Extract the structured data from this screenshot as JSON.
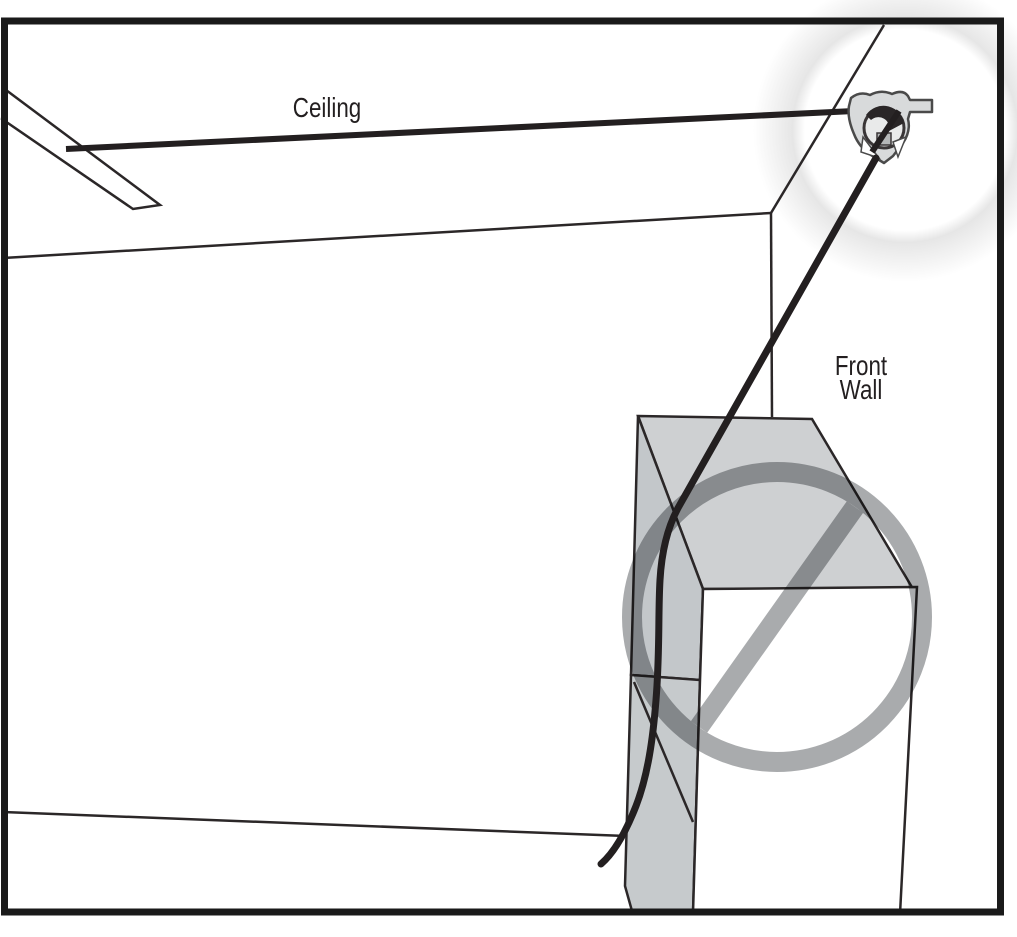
{
  "diagram": {
    "type": "instructional-line-drawing",
    "labels": {
      "ceiling": "Ceiling",
      "front_wall_line1": "Front",
      "front_wall_line2": "Wall"
    },
    "icons": {
      "pulley": "pulley-icon",
      "prohibition": "prohibition-icon",
      "spotlight": "spotlight-highlight",
      "light_fixture": "ceiling-light-fixture"
    },
    "colors": {
      "ink": "#231f20",
      "thin_line": "#2b2728",
      "frame": "#1a1a1a",
      "top_face_gray": "#ced0d2",
      "side_face_gray": "#c3c7ca",
      "lower_face_gray": "#c6cacc",
      "prohibition_gray": "#a9abad",
      "bracket_gray": "#d8dadb",
      "glow_gray": "#e6e6e6"
    }
  }
}
